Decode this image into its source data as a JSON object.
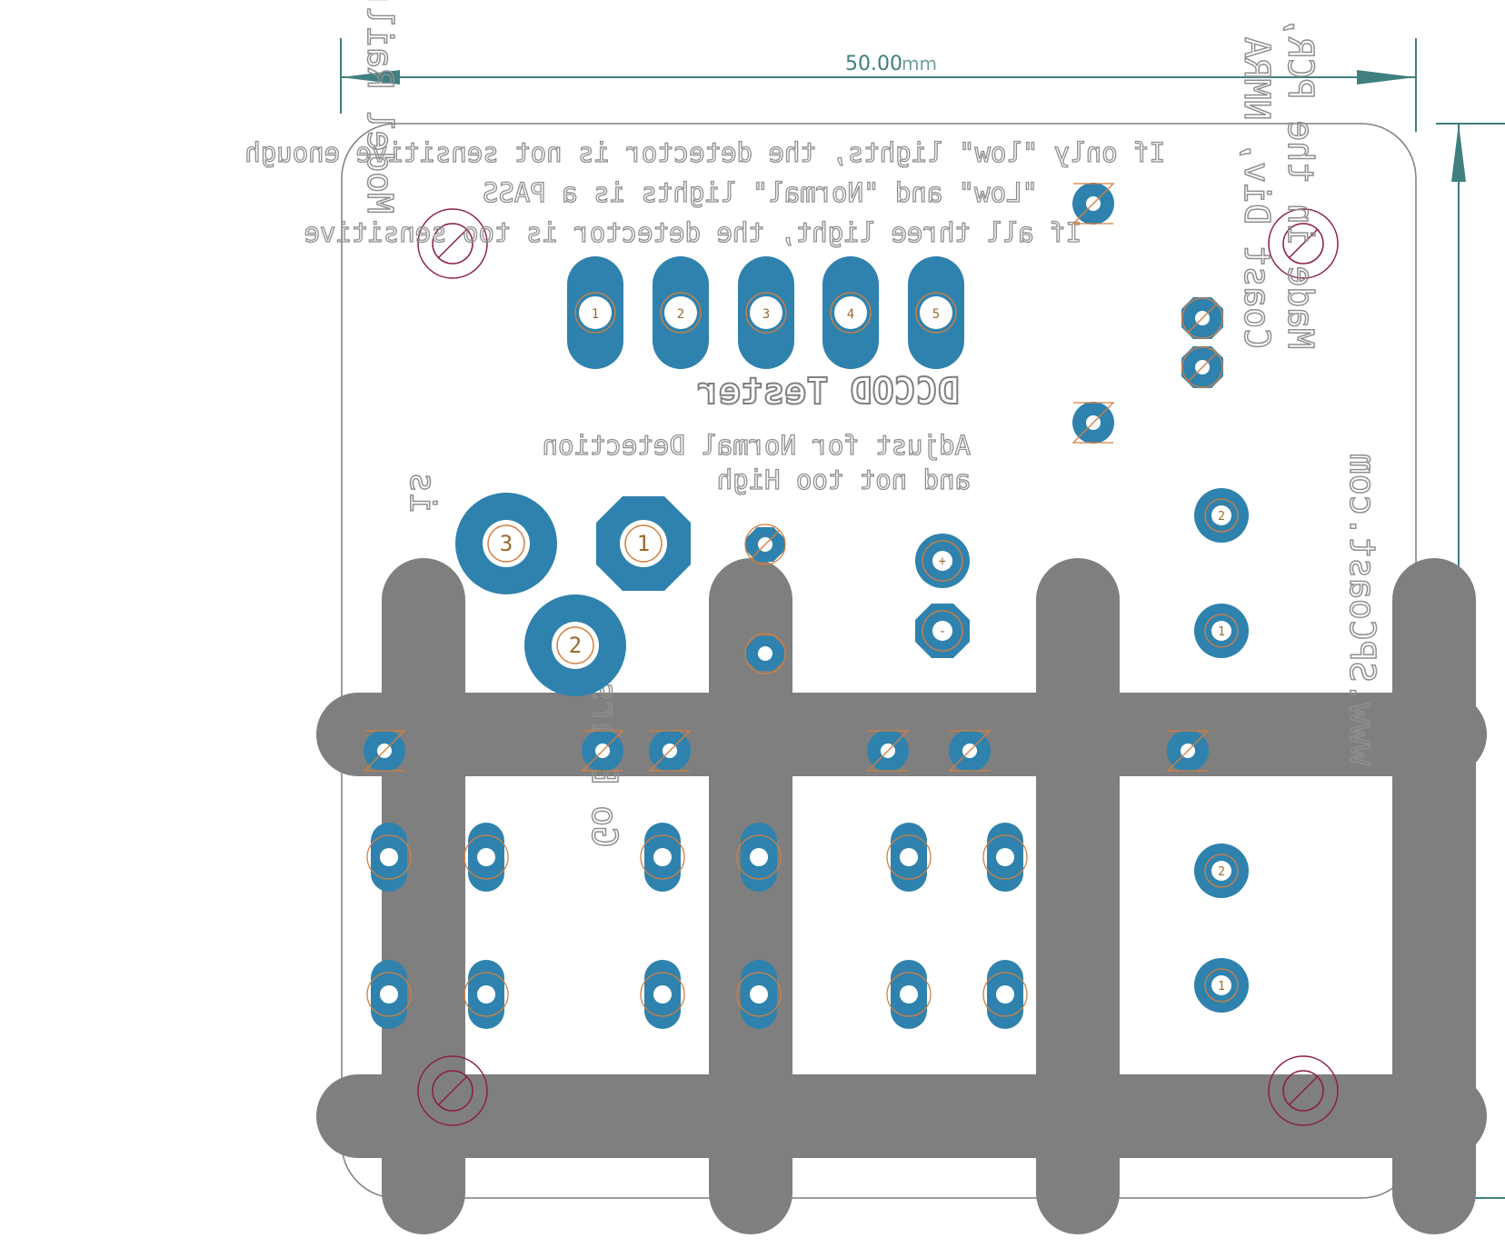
{
  "colors": {
    "background": "#ffffff",
    "board_outline": "#7f7f7f",
    "dimension": "#3f7f7f",
    "copper_pad": "#2f82ad",
    "bottom_trace": "#7f7f7f",
    "drill_ring": "#d47f3f",
    "mounting_hole": "#8a1f3f",
    "silkscreen": "#8f8f8f",
    "pad_label": "#9a6a2a"
  },
  "dimensions": {
    "width_label": "50.00",
    "height_label": "50.00",
    "unit": "mm"
  },
  "silkscreen": {
    "help_line_1": "If only \"low\" lights, the detector is not sensitive enough",
    "help_line_2": "\"Low\" and \"Normal\" lights is a PASS",
    "help_line_3": "If  all three light, the detector is too sensitive",
    "title": "DCCOD Tester",
    "adjust_line_1": "Adjust for Normal Detection",
    "adjust_line_2": "and not too High",
    "left_vertical_1": "Model Railroading",
    "left_vertical_2": "is",
    "right_vertical_1": "Made in the PCR,",
    "right_vertical_2": "Coast Div, NMRA",
    "right_vertical_3": "www.SPCoast.com",
    "middle_vertical": "Go Bears!"
  },
  "pad_labels": {
    "connector": [
      "1",
      "2",
      "3",
      "4",
      "5"
    ],
    "pot": [
      "1",
      "2",
      "3"
    ],
    "cap": [
      "+",
      "-"
    ],
    "right_upper": [
      "2",
      "1"
    ],
    "right_lower": [
      "2",
      "1"
    ]
  }
}
